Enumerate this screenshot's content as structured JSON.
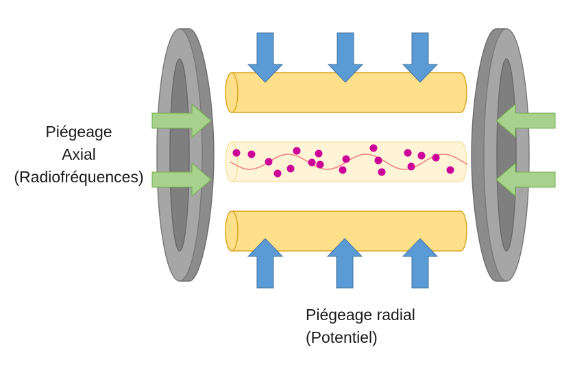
{
  "labels": {
    "axial": {
      "line1": "Piégeage",
      "line2": "Axial",
      "line3": "(Radiofréquences)"
    },
    "radial": {
      "line1": "Piégeage radial",
      "line2": "(Potentiel)"
    }
  },
  "colors": {
    "ring_face": "#a6a6a6",
    "ring_side": "#8c8c8c",
    "ring_inner": "#7f7f7f",
    "rod_fill": "#ffe08a",
    "rod_stroke": "#d9a520",
    "beam_fill": "#fff5d6",
    "arrow_blue": "#5b9bd5",
    "arrow_blue_stroke": "#41719c",
    "arrow_green": "#a9d18e",
    "arrow_green_stroke": "#70ad47",
    "particle": "#cc0099",
    "wave": "#f08080"
  },
  "icons": {
    "down_arrow": "arrow-down-icon",
    "up_arrow": "arrow-up-icon",
    "right_arrow": "arrow-right-icon",
    "left_arrow": "arrow-left-icon"
  }
}
